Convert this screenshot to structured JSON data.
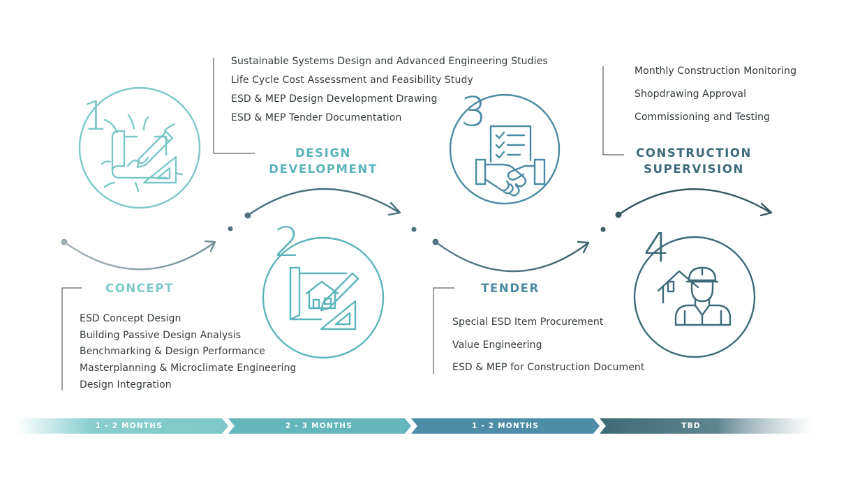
{
  "colors": {
    "concept": "#7cc8c8",
    "design": "#5cb4bb",
    "tender": "#4a8aa3",
    "construction": "#3d6a78",
    "text": "#333a3d",
    "bracket": "#3a3a3a"
  },
  "phases": [
    {
      "number": "1",
      "title": "CONCEPT",
      "icon": "blueprint-pencil-icon",
      "items": [
        "ESD Concept Design",
        "Building Passive Design Analysis",
        "Benchmarking & Design Performance",
        "Masterplanning & Microclimate Engineering",
        "Design Integration"
      ]
    },
    {
      "number": "2",
      "title_line1": "DESIGN",
      "title_line2": "DEVELOPMENT",
      "icon": "house-blueprint-icon",
      "items": [
        "Sustainable Systems Design and Advanced Engineering Studies",
        "Life Cycle Cost Assessment and Feasibility Study",
        "ESD & MEP Design Development Drawing",
        "ESD & MEP Tender Documentation"
      ]
    },
    {
      "number": "3",
      "title": "TENDER",
      "icon": "handshake-checklist-icon",
      "items": [
        "Special ESD Item Procurement",
        "Value Engineering",
        "ESD & MEP for Construction Document"
      ]
    },
    {
      "number": "4",
      "title_line1": "CONSTRUCTION",
      "title_line2": "SUPERVISION",
      "icon": "construction-worker-icon",
      "items": [
        "Monthly Construction Monitoring",
        "Shopdrawing Approval",
        "Commissioning and Testing"
      ]
    }
  ],
  "timeline": [
    {
      "label": "1 - 2 MONTHS",
      "color": "#7cc8c8"
    },
    {
      "label": "2 - 3 MONTHS",
      "color": "#62b6bc"
    },
    {
      "label": "1 - 2 MONTHS",
      "color": "#4d8ea6"
    },
    {
      "label": "TBD",
      "color": "#3d6a78"
    }
  ]
}
